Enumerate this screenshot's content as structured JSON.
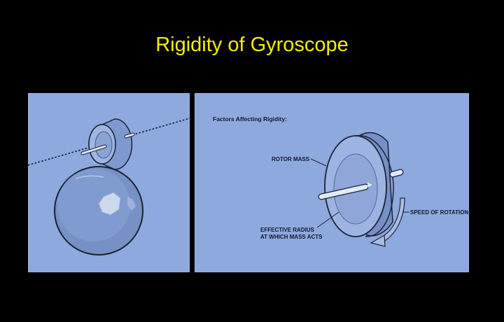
{
  "slide": {
    "title": "Rigidity of Gyroscope"
  },
  "right_panel": {
    "heading": "Factors Affecting Rigidity:",
    "labels": {
      "rotor_mass": "ROTOR MASS",
      "effective_radius_line1": "EFFECTIVE RADIUS",
      "effective_radius_line2": "AT WHICH MASS ACTS",
      "speed_of_rotation": "SPEED OF ROTATION"
    }
  },
  "colors": {
    "background": "#000000",
    "title": "#f3f000",
    "panel": "#8da9de",
    "line_art": "#1e2233"
  }
}
